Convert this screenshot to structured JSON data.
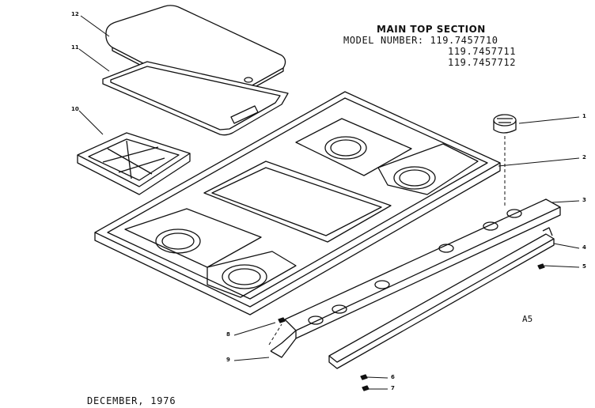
{
  "header": {
    "title": "MAIN TOP SECTION",
    "model_label": "MODEL NUMBER:",
    "model_numbers": [
      "119.7457710",
      "119.7457711",
      "119.7457712"
    ]
  },
  "figure_code": "A5",
  "date": "DECEMBER, 1976",
  "callouts": [
    "1",
    "2",
    "3",
    "4",
    "5",
    "6",
    "7",
    "8",
    "9",
    "10",
    "11",
    "12"
  ]
}
